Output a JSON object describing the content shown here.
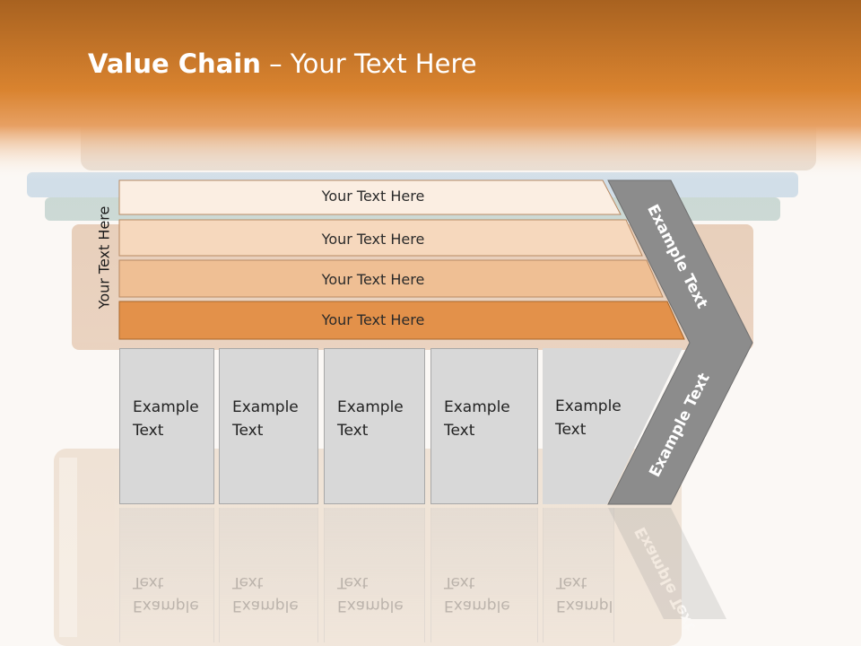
{
  "title": {
    "bold": "Value Chain",
    "rest": " – Your Text Here"
  },
  "side_label": "Your Text Here",
  "bars": [
    {
      "label": "Your Text Here",
      "color": "#fbeee2"
    },
    {
      "label": "Your Text Here",
      "color": "#f6d8bd"
    },
    {
      "label": "Your Text Here",
      "color": "#efbf94"
    },
    {
      "label": "Your Text Here",
      "color": "#e3914a"
    }
  ],
  "boxes": [
    {
      "line1": "Example",
      "line2": "Text"
    },
    {
      "line1": "Example",
      "line2": "Text"
    },
    {
      "line1": "Example",
      "line2": "Text"
    },
    {
      "line1": "Example",
      "line2": "Text"
    },
    {
      "line1": "Example",
      "line2": "Text"
    }
  ],
  "arrow": {
    "upper_label": "Example Text",
    "lower_label": "Example Text",
    "color": "#8c8c8c"
  },
  "colors": {
    "header_orange": "#d9832f",
    "box_fill": "#d8d8d8"
  }
}
